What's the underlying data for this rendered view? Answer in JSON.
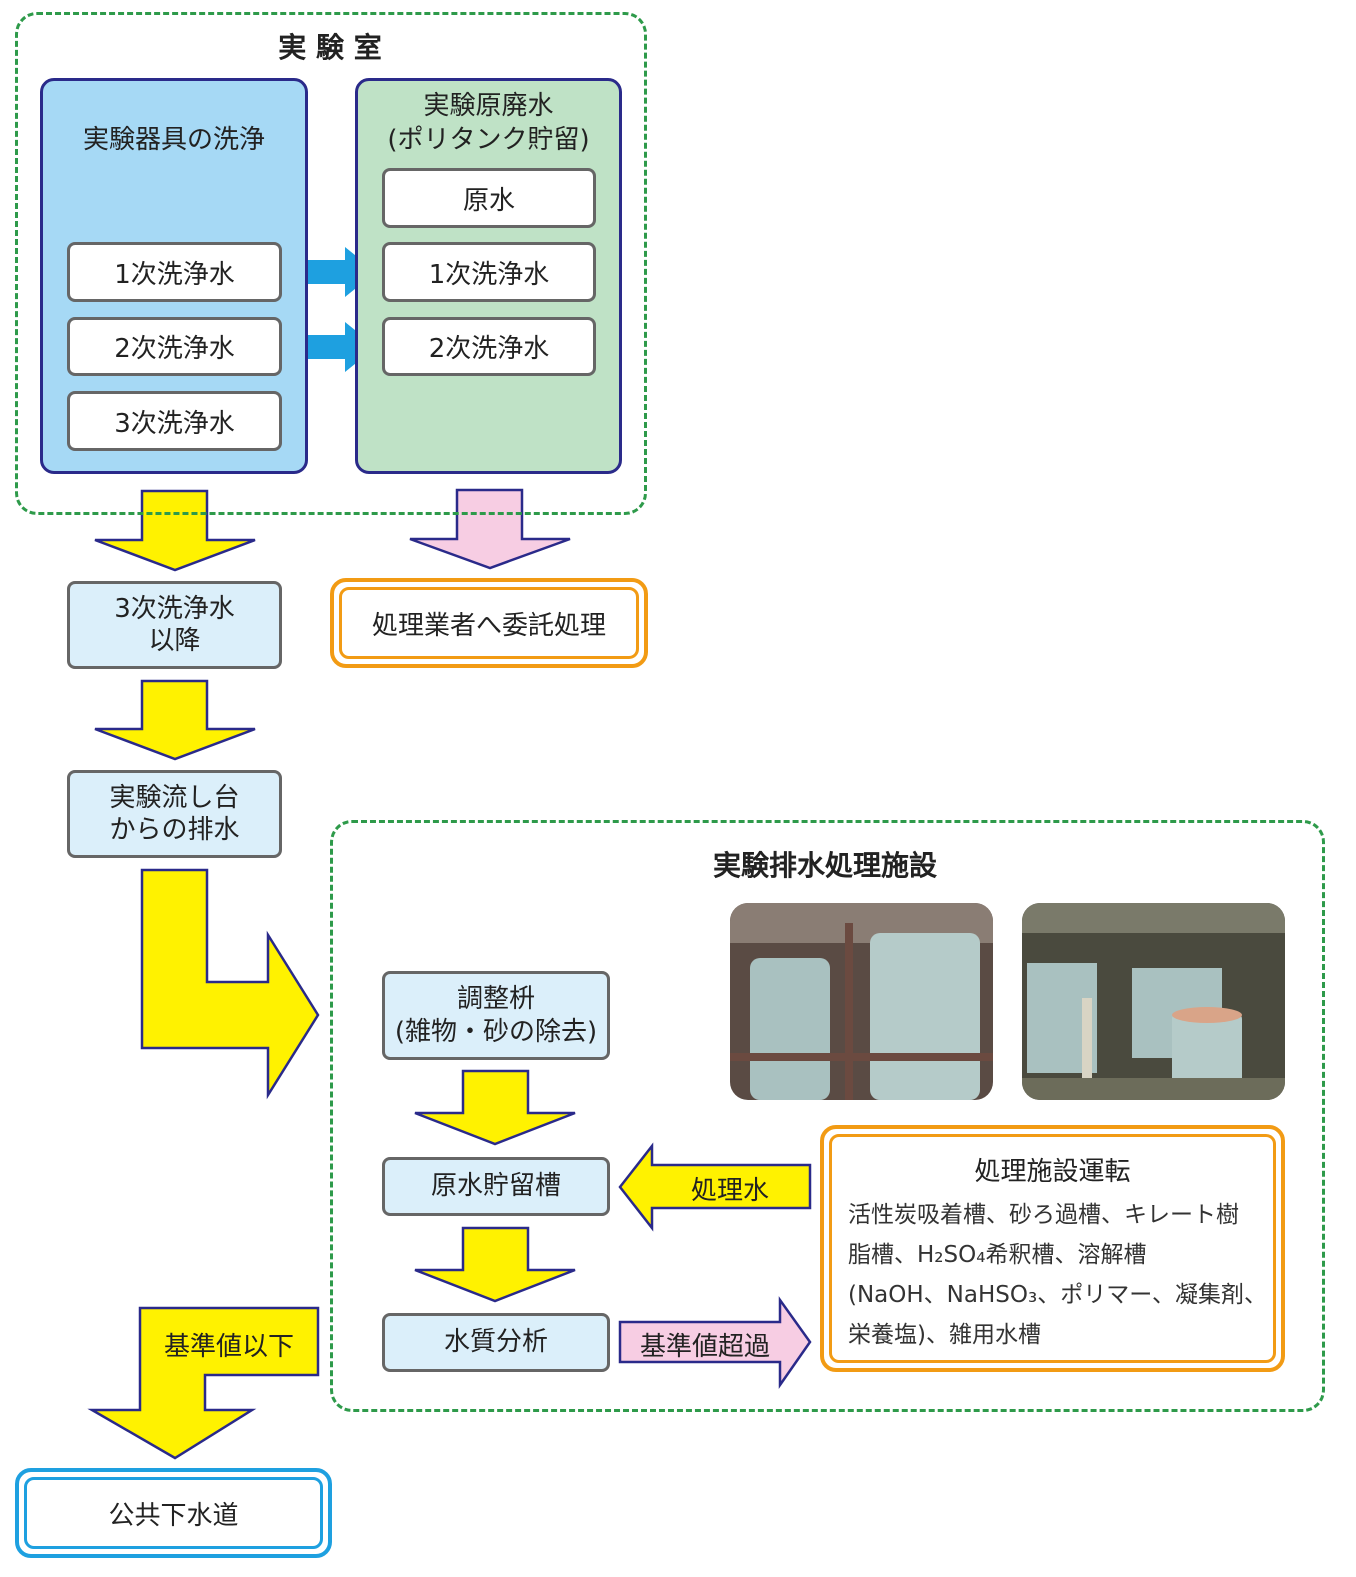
{
  "lab": {
    "title": "実 験 室",
    "washing": {
      "title": "実験器具の洗浄",
      "items": [
        "1次洗浄水",
        "2次洗浄水",
        "3次洗浄水"
      ]
    },
    "raw_waste": {
      "title_line1": "実験原廃水",
      "title_line2": "(ポリタンク貯留)",
      "items": [
        "原水",
        "1次洗浄水",
        "2次洗浄水"
      ]
    }
  },
  "flow": {
    "third_wash_after": [
      "3次洗浄水",
      "以降"
    ],
    "outsourced": "処理業者へ委託処理",
    "sink_drain": [
      "実験流し台",
      "からの排水"
    ],
    "below_standard": "基準値以下",
    "public_sewer": "公共下水道"
  },
  "facility": {
    "title": "実験排水処理施設",
    "adjust_basin": [
      "調整枡",
      "(雑物・砂の除去)"
    ],
    "storage_tank": "原水貯留槽",
    "water_analysis": "水質分析",
    "treated_water": "処理水",
    "exceeds_standard": "基準値超過",
    "operation": {
      "title": "処理施設運転",
      "lines": [
        "活性炭吸着槽、砂ろ過槽、キレート樹",
        "脂槽、H₂SO₄希釈槽、溶解槽",
        "(NaOH、NaHSO₃、ポリマー、凝集剤、",
        "栄養塩)、雑用水槽"
      ]
    }
  },
  "colors": {
    "yellow": "#fff200",
    "pink": "#f7cde3",
    "blue_arrow": "#1ea0e0",
    "navy": "#2a2a8a",
    "green_dash": "#2e9a4a",
    "orange": "#f29b14"
  }
}
